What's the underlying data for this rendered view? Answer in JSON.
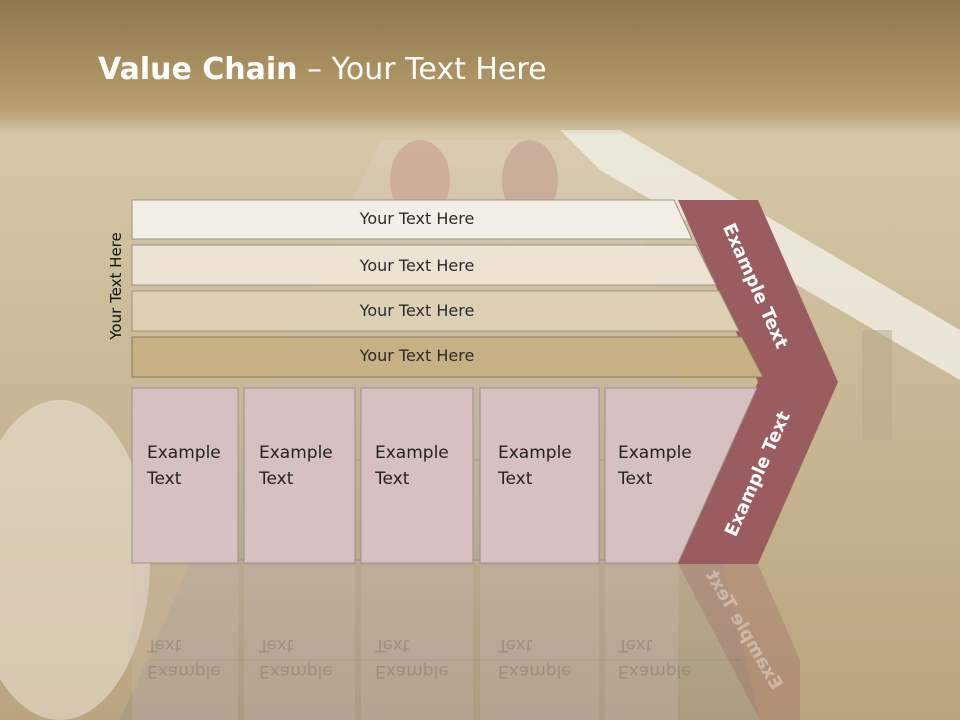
{
  "title": {
    "bold": "Value Chain",
    "rest": " – Your Text Here"
  },
  "side_label": "Your Text Here",
  "bars": [
    {
      "label": "Your Text Here",
      "color": "#f4efe6"
    },
    {
      "label": "Your Text Here",
      "color": "#ece3d3"
    },
    {
      "label": "Your Text Here",
      "color": "#ddd0b4"
    },
    {
      "label": "Your Text Here",
      "color": "#c6b184"
    }
  ],
  "cells": [
    {
      "line1": "Example",
      "line2": "Text"
    },
    {
      "line1": "Example",
      "line2": "Text"
    },
    {
      "line1": "Example",
      "line2": "Text"
    },
    {
      "line1": "Example",
      "line2": "Text"
    },
    {
      "line1": "Example",
      "line2": "Text"
    }
  ],
  "chevron": {
    "upper": "Example Text",
    "lower": "Example Text",
    "color": "#9a5c5e"
  },
  "cell_color": "#d6c0c0"
}
